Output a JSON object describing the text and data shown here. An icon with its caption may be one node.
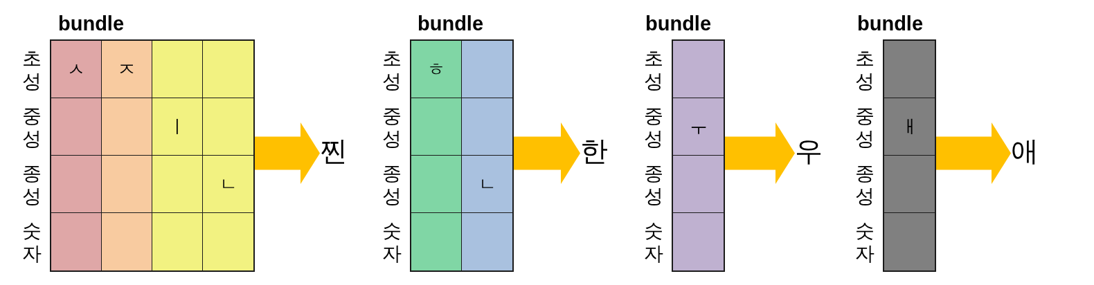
{
  "diagram": {
    "nodes": [
      {
        "text": [
          "bundle"
        ],
        "beside": [
          "초성",
          "중성",
          "종성",
          "숫자"
        ]
      },
      {
        "text": [
          "ㅅ"
        ],
        "in": 0
      },
      {
        "text": [
          "ㅈ"
        ],
        "in": 0
      },
      {
        "text": [],
        "shape": "box",
        "in": 0
      },
      {
        "text": [],
        "shape": "box",
        "in": 0
      },
      {
        "text": [],
        "shape": "box",
        "in": 0
      },
      {
        "text": [],
        "shape": "box",
        "in": 0
      },
      {
        "text": [
          "ㅣ"
        ],
        "in": 0
      },
      {
        "text": [],
        "shape": "box",
        "in": 0
      },
      {
        "text": [],
        "shape": "box",
        "in": 0
      },
      {
        "text": [],
        "shape": "box",
        "in": 0
      },
      {
        "text": [],
        "shape": "box",
        "in": 0
      },
      {
        "text": [
          "ㄴ"
        ],
        "in": 0
      },
      {
        "text": [],
        "shape": "box",
        "in": 0
      },
      {
        "text": [],
        "shape": "box",
        "in": 0
      },
      {
        "text": [],
        "shape": "box",
        "in": 0
      },
      {
        "text": [],
        "shape": "box",
        "in": 0
      },
      {
        "text": [
          "찐"
        ]
      },
      {
        "text": [
          "bundle"
        ],
        "beside": [
          "초성",
          "중성",
          "종성",
          "숫자"
        ]
      },
      {
        "text": [
          "ㅎ"
        ],
        "in": 18
      },
      {
        "text": [],
        "shape": "box",
        "in": 18
      },
      {
        "text": [],
        "shape": "box",
        "in": 18
      },
      {
        "text": [],
        "shape": "box",
        "in": 18
      },
      {
        "text": [],
        "shape": "box",
        "in": 18
      },
      {
        "text": [
          "ㄴ"
        ],
        "in": 18
      },
      {
        "text": [],
        "shape": "box",
        "in": 18
      },
      {
        "text": [],
        "shape": "box",
        "in": 18
      },
      {
        "text": [
          "한"
        ]
      },
      {
        "text": [
          "bundle"
        ],
        "beside": [
          "초성",
          "중성",
          "종성",
          "숫자"
        ]
      },
      {
        "text": [],
        "shape": "box",
        "in": 28
      },
      {
        "text": [
          "ㅜ"
        ],
        "in": 28
      },
      {
        "text": [],
        "shape": "box",
        "in": 28
      },
      {
        "text": [],
        "shape": "box",
        "in": 28
      },
      {
        "text": [
          "우"
        ]
      },
      {
        "text": [
          "bundle"
        ],
        "beside": [
          "초성",
          "중성",
          "종성",
          "숫자"
        ]
      },
      {
        "text": [],
        "shape": "box",
        "in": 34
      },
      {
        "text": [
          "ㅐ"
        ],
        "in": 34
      },
      {
        "text": [],
        "shape": "box",
        "in": 34
      },
      {
        "text": [],
        "shape": "box",
        "in": 34
      },
      {
        "text": [
          "애"
        ]
      }
    ],
    "edges": [
      {
        "from": 0,
        "to": 17,
        "arrow": "to"
      },
      {
        "from": 18,
        "to": 27,
        "arrow": "to"
      },
      {
        "from": 28,
        "to": 33,
        "arrow": "to"
      },
      {
        "from": 34,
        "to": 39,
        "arrow": "to"
      }
    ]
  }
}
